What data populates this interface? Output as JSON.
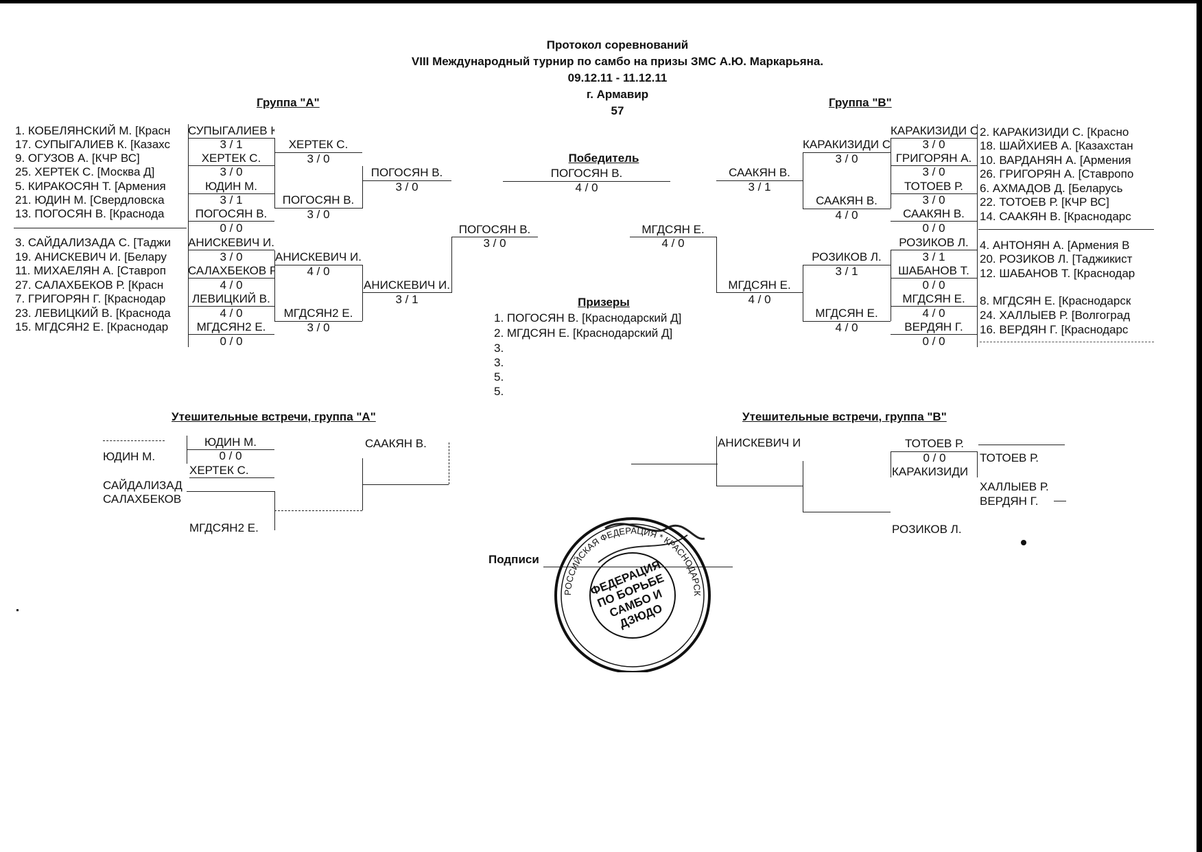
{
  "header": {
    "title": "Протокол соревнований",
    "subtitle": "VIII Международный турнир по самбо на призы ЗМС А.Ю. Маркарьяна.",
    "dates": "09.12.11 - 11.12.11",
    "city": "г. Армавир",
    "weight": "57"
  },
  "groups": {
    "a_title": "Группа  \"А\"",
    "b_title": "Группа  \"В\""
  },
  "group_a": {
    "entries": [
      "1. КОБЕЛЯНСКИЙ М.  [Красн",
      "17. СУПЫГАЛИЕВ К.  [Казахс",
      "9. ОГУЗОВ А.  [КЧР  ВС]",
      "25. ХЕРТЕК С.  [Москва  Д]",
      "5. КИРАКОСЯН Т.  [Армения",
      "21. ЮДИН М.  [Свердловска",
      "13. ПОГОСЯН В.  [Краснода",
      "3. САЙДАЛИЗАДА С.  [Таджи",
      "19. АНИСКЕВИЧ И.  [Белару",
      "11. МИХАЕЛЯН А.  [Ставроп",
      "27. САЛАХБЕКОВ Р.  [Красн",
      "7. ГРИГОРЯН Г.  [Краснодар",
      "23. ЛЕВИЦКИЙ В.  [Краснода",
      "15. МГДСЯН2 Е.  [Краснодар"
    ],
    "r1": [
      {
        "name": "СУПЫГАЛИЕВ К.",
        "score": "3  /  1"
      },
      {
        "name": "ХЕРТЕК С.",
        "score": "3  /  0"
      },
      {
        "name": "ЮДИН М.",
        "score": "3  /  1"
      },
      {
        "name": "ПОГОСЯН В.",
        "score": "0  /  0"
      },
      {
        "name": "АНИСКЕВИЧ И.",
        "score": "3  /  0"
      },
      {
        "name": "САЛАХБЕКОВ Р.",
        "score": "4  /  0"
      },
      {
        "name": "ЛЕВИЦКИЙ В.",
        "score": "4  /  0"
      },
      {
        "name": "МГДСЯН2 Е.",
        "score": "0  /  0"
      }
    ],
    "r2": [
      {
        "name": "ХЕРТЕК С.",
        "score": "3  /  0"
      },
      {
        "name": "ПОГОСЯН В.",
        "score": "3  /  0"
      },
      {
        "name": "АНИСКЕВИЧ И.",
        "score": "4  /  0"
      },
      {
        "name": "МГДСЯН2 Е.",
        "score": "3  /  0"
      }
    ],
    "r3": [
      {
        "name": "ПОГОСЯН В.",
        "score": "3  /  0"
      },
      {
        "name": "АНИСКЕВИЧ И.",
        "score": "3  /  1"
      }
    ],
    "final": {
      "name": "ПОГОСЯН В.",
      "score": "3  /  0"
    }
  },
  "group_b": {
    "entries": [
      "2. КАРАКИЗИДИ С.  [Красно",
      "18. ШАЙХИЕВ А.  [Казахстан",
      "10. ВАРДАНЯН А.  [Армения",
      "26. ГРИГОРЯН А.  [Ставропо",
      "6. АХМАДОВ Д.  [Беларусь",
      "22. ТОТОЕВ Р.  [КЧР  ВС]",
      "14. СААКЯН В.  [Краснодарс",
      "4. АНТОНЯН А.  [Армения  В",
      "20. РОЗИКОВ Л.  [Таджикист",
      "12. ШАБАНОВ Т.  [Краснодар",
      "8. МГДСЯН Е.  [Краснодарск",
      "24. ХАЛЛЫЕВ Р.  [Волгоград",
      "16. ВЕРДЯН Г.  [Краснодарс"
    ],
    "r1": [
      {
        "name": "КАРАКИЗИДИ С.",
        "score": "3  /  0"
      },
      {
        "name": "ГРИГОРЯН А.",
        "score": "3  /  0"
      },
      {
        "name": "ТОТОЕВ Р.",
        "score": "3  /  0"
      },
      {
        "name": "СААКЯН В.",
        "score": "0  /  0"
      },
      {
        "name": "РОЗИКОВ Л.",
        "score": "3  /  1"
      },
      {
        "name": "ШАБАНОВ Т.",
        "score": "0  /  0"
      },
      {
        "name": "МГДСЯН Е.",
        "score": "4  /  0"
      },
      {
        "name": "ВЕРДЯН Г.",
        "score": "0  /  0"
      }
    ],
    "r2": [
      {
        "name": "КАРАКИЗИДИ С.",
        "score": "3  /  0"
      },
      {
        "name": "СААКЯН В.",
        "score": "4  /  0"
      },
      {
        "name": "РОЗИКОВ Л.",
        "score": "3  /  1"
      },
      {
        "name": "МГДСЯН Е.",
        "score": "4  /  0"
      }
    ],
    "r3": [
      {
        "name": "СААКЯН В.",
        "score": "3  /  1"
      },
      {
        "name": "МГДСЯН Е.",
        "score": "4  /  0"
      }
    ],
    "final": {
      "name": "МГДСЯН Е.",
      "score": "4  /  0"
    }
  },
  "winner": {
    "title": "Победитель",
    "name": "ПОГОСЯН В.",
    "score": "4  /  0"
  },
  "prizes": {
    "title": "Призеры",
    "items": [
      "1. ПОГОСЯН В.     [Краснодарский  Д]",
      "2. МГДСЯН Е.     [Краснодарский  Д]",
      "3.",
      "3.",
      "5.",
      "5."
    ]
  },
  "consolation_a": {
    "title": "Утешительные встречи, группа \"А\"",
    "names": [
      "ЮДИН М.",
      "ЮДИН М.",
      "0  /  0",
      "ХЕРТЕК С.",
      "САЙДАЛИЗАД",
      "САЛАХБЕКОВ",
      "МГДСЯН2 Е.",
      "СААКЯН В."
    ]
  },
  "consolation_b": {
    "title": "Утешительные встречи, группа \"В\"",
    "names": [
      "АНИСКЕВИЧ И",
      "ТОТОЕВ Р.",
      "0  /  0",
      "КАРАКИЗИДИ",
      "ТОТОЕВ Р.",
      "ХАЛЛЫЕВ Р.",
      "ВЕРДЯН Г.",
      "РОЗИКОВ Л."
    ]
  },
  "signatures": {
    "label": "Подписи"
  },
  "stamp": {
    "outer_text": "РОССИЙСКАЯ ФЕДЕРАЦИЯ * КРАСНОДАРСКИЙ КРАЙ * АРМАВИР",
    "center_text": [
      "ФЕДЕРАЦИЯ",
      "ПО БОРЬБЕ",
      "САМБО И",
      "ДЗЮДО"
    ]
  }
}
